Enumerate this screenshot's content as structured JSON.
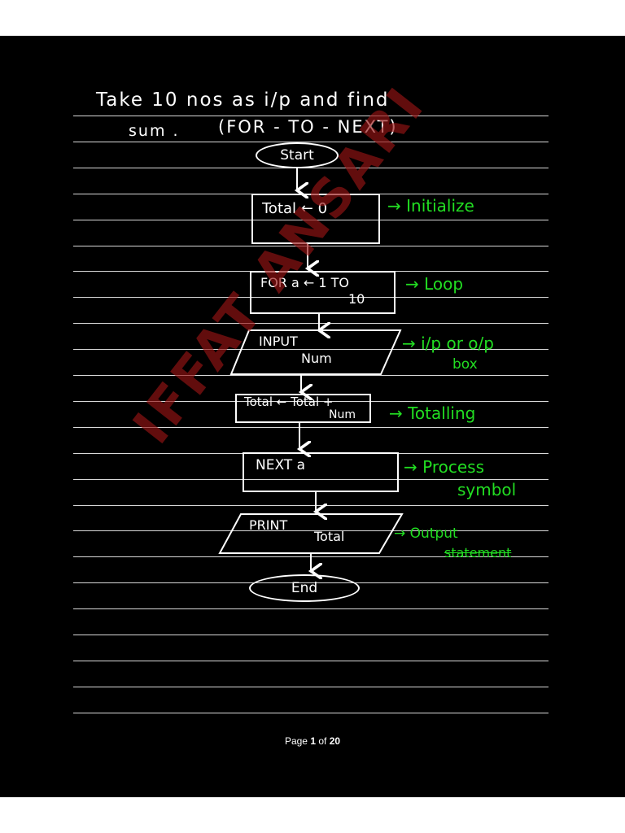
{
  "document": {
    "title_line1": "Take  10  nos  as  i/p  and  find",
    "title_line2_left": "sum .",
    "title_line2_right": "(FOR - TO - NEXT)"
  },
  "flowchart": {
    "start": "Start",
    "init": "Total ← 0",
    "loop_line1": "FOR a ← 1 TO",
    "loop_line2": "10",
    "input_line1": "INPUT",
    "input_line2": "Num",
    "totalling_line1": "Total ← Total +",
    "totalling_line2": "Num",
    "next": "NEXT  a",
    "print_line1": "PRINT",
    "print_line2": "Total",
    "end": "End"
  },
  "annotations": {
    "initialize": "→  Initialize",
    "loop": "→  Loop",
    "io_line1": "→  i/p  or  o/p",
    "io_line2": "box",
    "totalling": "→  Totalling",
    "process_line1": "→  Process",
    "process_line2": "symbol",
    "output_line1": "→  Output",
    "output_line2": "statement"
  },
  "watermark": "IFFAT ANSARI",
  "footer": {
    "prefix": "Page",
    "current": "1",
    "of": "of",
    "total": "20"
  },
  "colors": {
    "page": "#000000",
    "ink": "#ffffff",
    "annotation": "#22dd22",
    "watermark": "#961414",
    "rules": "#d8d8d8"
  }
}
